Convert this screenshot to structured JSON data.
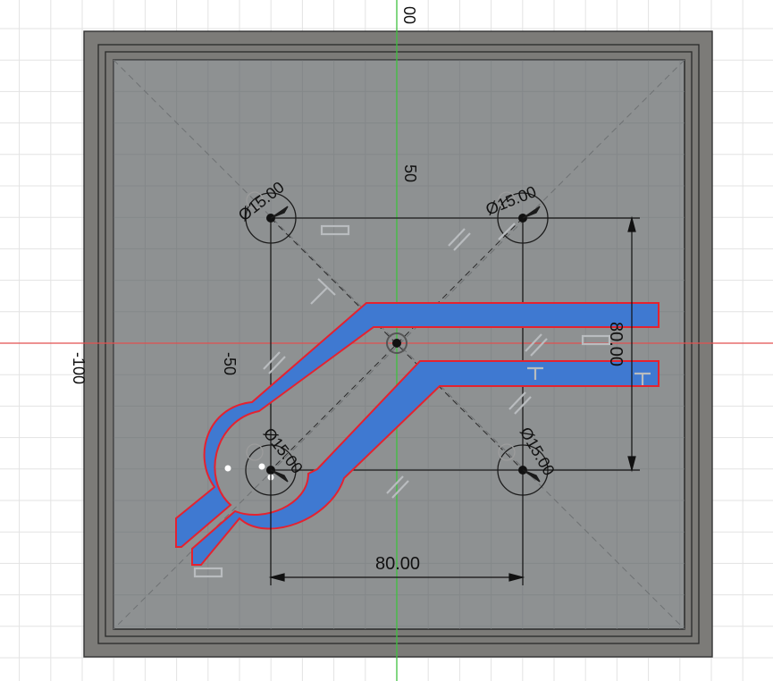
{
  "viewport": {
    "ruler_label_top": "00",
    "ruler_label_left": "-100",
    "axis_label_upper": "50",
    "axis_label_left": "-50"
  },
  "dimensions": {
    "horizontal": "80.00",
    "vertical": "80.00",
    "hole_top_left": "Ø15.00",
    "hole_top_right": "Ø15.00",
    "hole_bottom_left": "Ø15.00",
    "hole_bottom_right": "Ø15.00"
  },
  "colors": {
    "background": "#ffffff",
    "grid_line": "#e3e3e3",
    "plate_outer": "#7c7b78",
    "plate_inner": "#8e9192",
    "sketch_profile_fill": "#3f79d1",
    "sketch_profile_outline": "#e5222f",
    "x_axis": "#e24f4f",
    "y_axis": "#3fc13f",
    "constraint_icon": "#b9bcbf",
    "dimension_text": "#111111"
  },
  "icons": {
    "horizontal_constraint": "horizontal-constraint-icon",
    "perpendicular_constraint": "perpendicular-constraint-icon",
    "parallel_constraint": "parallel-constraint-icon",
    "origin_point": "origin-point-icon"
  }
}
